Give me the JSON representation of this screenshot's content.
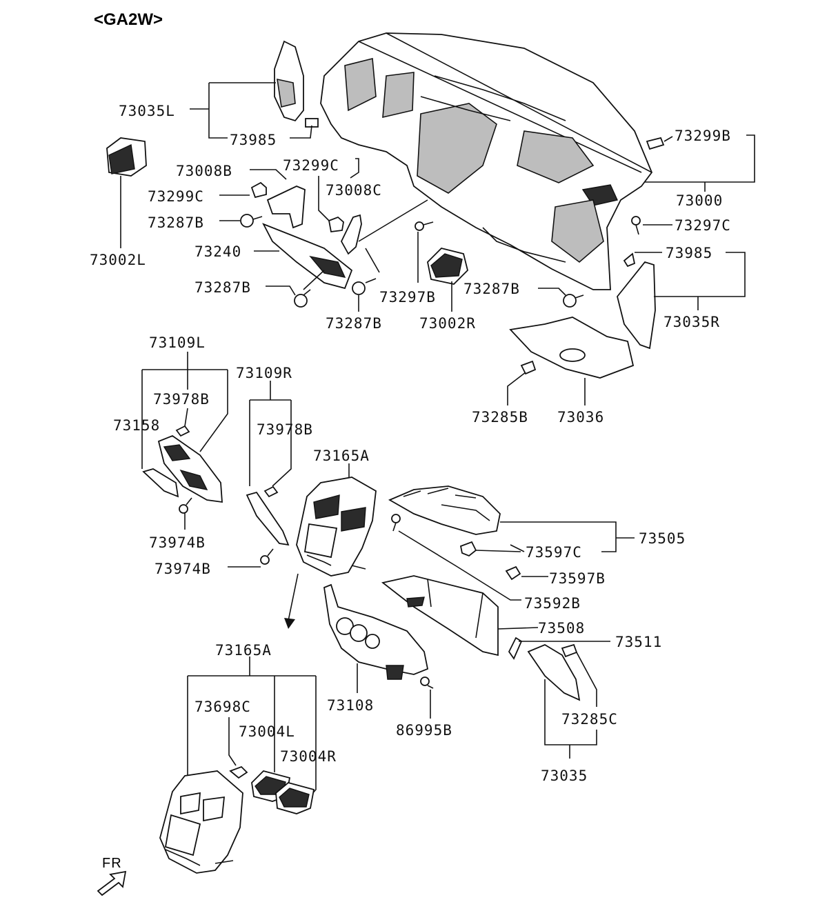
{
  "title": "<GA2W>",
  "fr_label": "FR",
  "labels": {
    "l73035L": "73035L",
    "l73985a": "73985",
    "l73299Ba": "73299B",
    "l73000": "73000",
    "l73002L": "73002L",
    "l73008B": "73008B",
    "l73299Ca": "73299C",
    "l73299Cb": "73299C",
    "l73008C": "73008C",
    "l73287Ba": "73287B",
    "l73240": "73240",
    "l73287Bb": "73287B",
    "l73287Bc": "73287B",
    "l73297Ba": "73297B",
    "l73002R": "73002R",
    "l73287Bd": "73287B",
    "l73297C": "73297C",
    "l73985b": "73985",
    "l73035R": "73035R",
    "l73285B": "73285B",
    "l73036": "73036",
    "l73109L": "73109L",
    "l73978Ba": "73978B",
    "l73158": "73158",
    "l73974Ba": "73974B",
    "l73109R": "73109R",
    "l73978Bb": "73978B",
    "l73974Bb": "73974B",
    "l73165Aa": "73165A",
    "l73505": "73505",
    "l73597C": "73597C",
    "l73597B": "73597B",
    "l73592B": "73592B",
    "l73508": "73508",
    "l73511": "73511",
    "l73108": "73108",
    "l86995B": "86995B",
    "l73285C": "73285C",
    "l73035": "73035",
    "l73165Ab": "73165A",
    "l73698C": "73698C",
    "l73004L": "73004L",
    "l73004R": "73004R"
  }
}
